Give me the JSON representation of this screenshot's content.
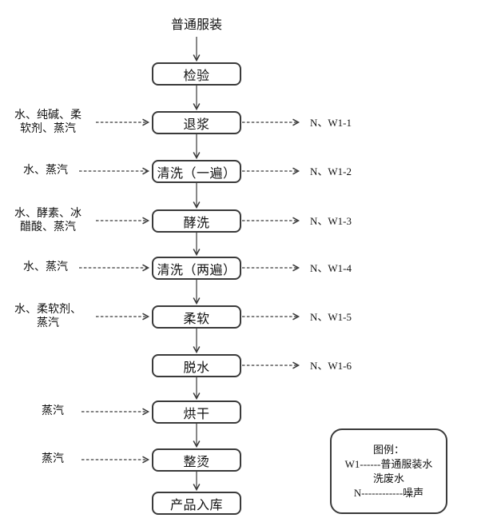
{
  "title": "普通服装",
  "steps": [
    {
      "id": "inspection",
      "label": "检验"
    },
    {
      "id": "desizing",
      "label": "退浆",
      "input": "水、纯碱、柔\n软剂、蒸汽",
      "output": "N、W1-1"
    },
    {
      "id": "wash-once",
      "label": "清洗（一遍）",
      "input": "水、蒸汽",
      "output": "N、W1-2"
    },
    {
      "id": "enzyme-wash",
      "label": "酵洗",
      "input": "水、酵素、冰\n醋酸、蒸汽",
      "output": "N、W1-3"
    },
    {
      "id": "wash-twice",
      "label": "清洗（两遍）",
      "input": "水、蒸汽",
      "output": "N、W1-4"
    },
    {
      "id": "softening",
      "label": "柔软",
      "input": "水、柔软剂、\n蒸汽",
      "output": "N、W1-5"
    },
    {
      "id": "dewatering",
      "label": "脱水",
      "output": "N、W1-6"
    },
    {
      "id": "drying",
      "label": "烘干",
      "input": "蒸汽"
    },
    {
      "id": "ironing",
      "label": "整烫",
      "input": "蒸汽"
    },
    {
      "id": "storage",
      "label": "产品入库"
    }
  ],
  "legend": {
    "title": "图例：",
    "entries": [
      "W1------普通服装水\n洗废水",
      "N------------噪声"
    ]
  },
  "colors": {
    "line": "#3a3a3a",
    "text": "#111111",
    "background": "#ffffff"
  }
}
